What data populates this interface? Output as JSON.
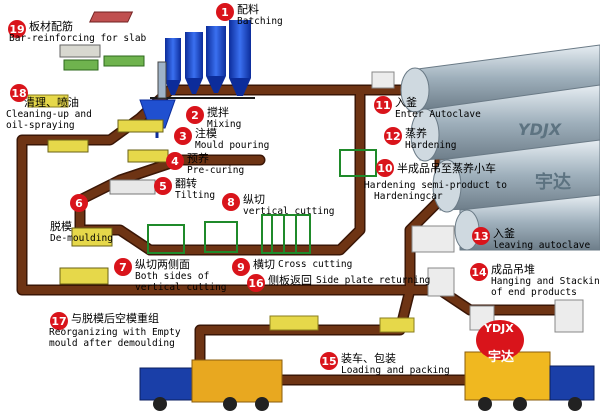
{
  "steps": [
    {
      "num": "1",
      "cn": "配料",
      "en": "Batching"
    },
    {
      "num": "2",
      "cn": "搅拌",
      "en": "Mixing"
    },
    {
      "num": "3",
      "cn": "注模",
      "en": "Mould pouring"
    },
    {
      "num": "4",
      "cn": "预养",
      "en": "Pre-curing"
    },
    {
      "num": "5",
      "cn": "翻转",
      "en": "Tilting"
    },
    {
      "num": "6",
      "cn": "脱模",
      "en": "De-moulding"
    },
    {
      "num": "7",
      "cn": "纵切两侧面",
      "en": "Both sides of",
      "en2": "vertical cutting"
    },
    {
      "num": "8",
      "cn": "纵切",
      "en": "vertical cutting"
    },
    {
      "num": "9",
      "cn": "横切",
      "en": "Cross cutting"
    },
    {
      "num": "10",
      "cn": "半成品吊至蒸养小车",
      "en": "Hardening semi-product to",
      "en2": "Hardeningcar"
    },
    {
      "num": "11",
      "cn": "入釜",
      "en": "Enter Autoclave"
    },
    {
      "num": "12",
      "cn": "蒸养",
      "en": "Hardening"
    },
    {
      "num": "13",
      "cn": "入釜",
      "en": "leaving autoclave"
    },
    {
      "num": "14",
      "cn": "成品吊堆",
      "en": "Hanging and Stacking",
      "en2": "of end products"
    },
    {
      "num": "15",
      "cn": "装车、包装",
      "en": "Loading and packing"
    },
    {
      "num": "16",
      "cn": "侧板返回",
      "en": "Side plate returning"
    },
    {
      "num": "17",
      "cn": "与脱模后空模重组",
      "en": "Reorganizing with Empty",
      "en2": "mould after demoulding"
    },
    {
      "num": "18",
      "cn": "清理、喷油",
      "en": "Cleaning-up and",
      "en2": "oil-spraying"
    },
    {
      "num": "19",
      "cn": "板材配筋",
      "en": "Bar-reinforcing for slab"
    }
  ],
  "logos": {
    "autoclave_mark": "YDJX",
    "autoclave_cn": "宇达",
    "truck_mark": "YDJX",
    "truck_cn": "宇达"
  },
  "colors": {
    "track": "#6e3414",
    "track_edge": "#3a1606",
    "step_circle": "#d9141b",
    "truck_blue": "#1a3fa8",
    "silo_blue": "#2050d0",
    "mould_yellow": "#e6d84a",
    "autoclave_gray": "#b4c2cc"
  }
}
